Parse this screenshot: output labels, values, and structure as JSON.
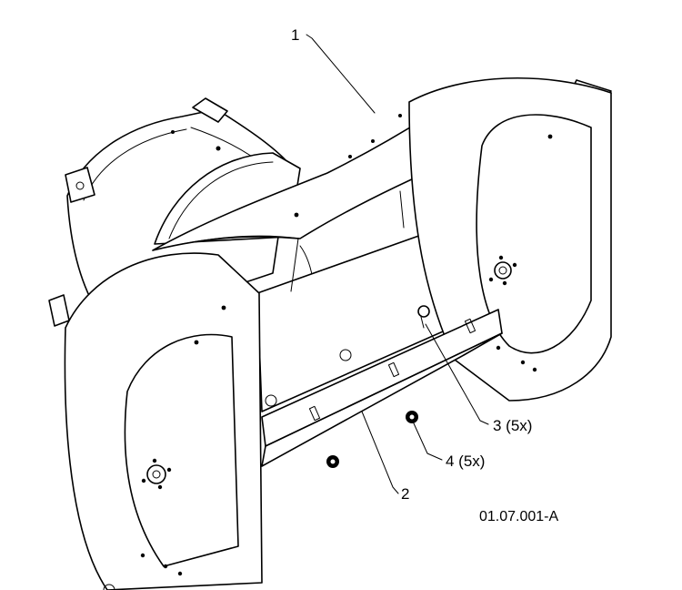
{
  "figure": {
    "reference_code": "01.07.001-A"
  },
  "callouts": [
    {
      "id": "1",
      "label": "1"
    },
    {
      "id": "2",
      "label": "2"
    },
    {
      "id": "3",
      "label": "3 (5x)"
    },
    {
      "id": "4",
      "label": "4 (5x)"
    }
  ],
  "colors": {
    "line": "#000000",
    "background": "#ffffff"
  }
}
